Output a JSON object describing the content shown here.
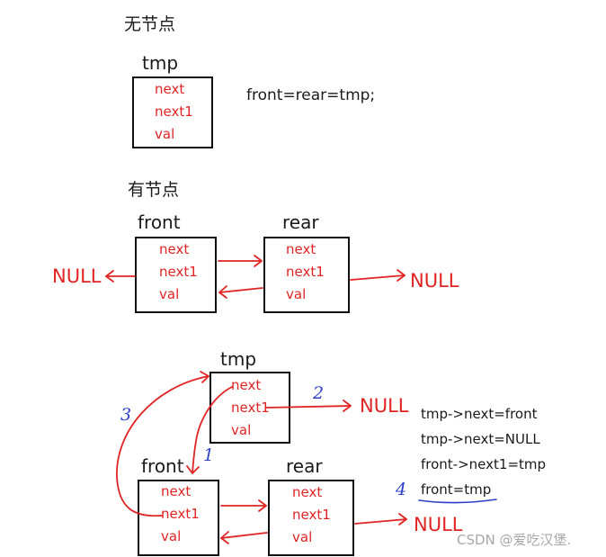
{
  "section_no_node": "无节点",
  "section_has_node": "有节点",
  "tmp_label": "tmp",
  "front_label": "front",
  "rear_label": "rear",
  "fields": {
    "next": "next",
    "next1": "next1",
    "val": "val"
  },
  "null_label": "NULL",
  "init_code": "front=rear=tmp;",
  "steps": [
    "tmp->next=front",
    "tmp->next=NULL",
    "front->next1=tmp",
    "front=tmp"
  ],
  "step_numbers": [
    "1",
    "2",
    "3",
    "4"
  ],
  "watermark": "CSDN @爱吃汉堡.",
  "colors": {
    "arrow": "#e02424",
    "box": "#111111",
    "annotation": "#2b3fc8"
  }
}
